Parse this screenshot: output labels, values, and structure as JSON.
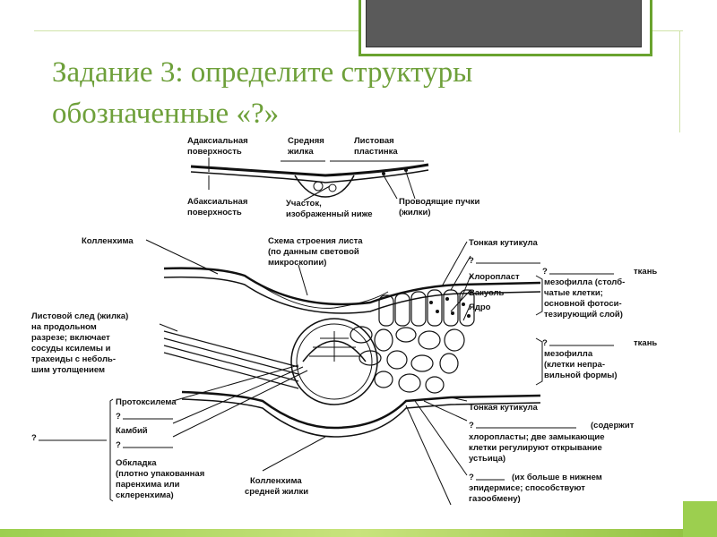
{
  "slide": {
    "title_line1": "Задание 3: определите структуры",
    "title_line2": "обозначенные «?»"
  },
  "top_diagram": {
    "adaxial_l1": "Адаксиальная",
    "adaxial_l2": "поверхность",
    "midrib_l1": "Средняя",
    "midrib_l2": "жилка",
    "blade_l1": "Листовая",
    "blade_l2": "пластинка",
    "abaxial_l1": "Абаксиальная",
    "abaxial_l2": "поверхность",
    "area_l1": "Участок,",
    "area_l2": "изображенный ниже",
    "bundles_l1": "Проводящие пучки",
    "bundles_l2": "(жилки)"
  },
  "labels": {
    "collenchyma": "Колленхима",
    "scheme_l1": "Схема строения листа",
    "scheme_l2": "(по данным световой",
    "scheme_l3": "микроскопии)",
    "thin_cuticle_top": "Тонкая кутикула",
    "q1": "?",
    "chloroplast": "Хлоропласт",
    "q_tissue1": "?",
    "tissue1": "ткань",
    "vacuole": "Вакуоль",
    "nucleus": "Ядро",
    "mes1_l1": "мезофилла  (столб-",
    "mes1_l2": "чатые клетки;",
    "mes1_l3": "основной фотоси-",
    "mes1_l4": "тезирующий слой)",
    "q_tissue2": "?",
    "tissue2": "ткань",
    "mes2_l1": "мезофилла",
    "mes2_l2": "(клетки непра-",
    "mes2_l3": "вильной формы)",
    "trace_l1": "Листовой след (жилка)",
    "trace_l2": "на продольном",
    "trace_l3": "разрезе; включает",
    "trace_l4": "сосуды ксилемы и",
    "trace_l5": "трахеиды с неболь-",
    "trace_l6": "шим утолщением",
    "protoxylem": "Протоксилема",
    "q2": "?",
    "cambium": "Камбий",
    "q3": "?",
    "q_left": "?",
    "sheath_l1": "Обкладка",
    "sheath_l2": "(плотно упакованная",
    "sheath_l3": "паренхима или",
    "sheath_l4": "склеренхима)",
    "coll_mid_l1": "Колленхима",
    "coll_mid_l2": "средней жилки",
    "thin_cuticle_bottom": "Тонкая кутикула",
    "q_epi": "?",
    "epi_note": "(содержит",
    "guard_l1": "хлоропласты; две замыкающие",
    "guard_l2": "клетки регулируют открывание",
    "guard_l3": "устьица)",
    "q_stoma": "?",
    "stoma_l1": "(их больше в нижнем",
    "stoma_l2": "эпидермисе; способствуют",
    "stoma_l3": "газообмену)"
  }
}
